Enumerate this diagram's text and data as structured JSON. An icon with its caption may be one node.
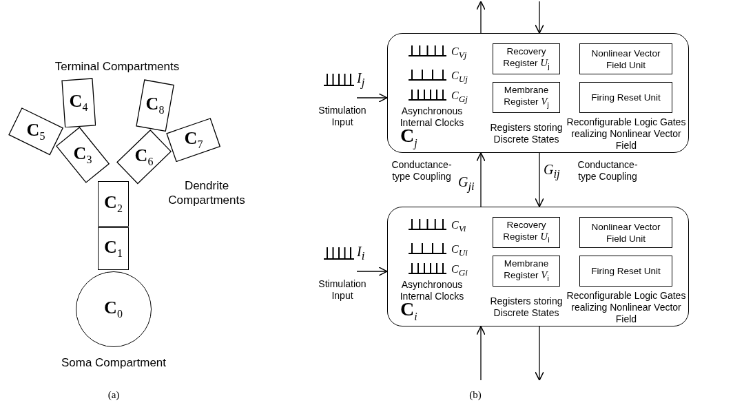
{
  "diagram": {
    "nodes": [
      {
        "text": [
          "C$_{4}$"
        ]
      },
      {
        "text": [
          "C$_{8}$"
        ]
      },
      {
        "text": [
          "C$_{5}$"
        ]
      },
      {
        "text": [
          "C$_{7}$"
        ]
      },
      {
        "text": [
          "C$_{3}$"
        ]
      },
      {
        "text": [
          "C$_{6}$"
        ]
      },
      {
        "text": [
          "C$_{2}$"
        ]
      },
      {
        "text": [
          "C$_{1}$"
        ]
      },
      {
        "text": [
          "C$_{0}$"
        ]
      },
      {
        "text": [
          "I$_{j}$"
        ],
        "beside": [
          "Stimulation Input"
        ]
      },
      {
        "text": [
          "C$_{j}$"
        ]
      },
      {
        "text": [
          "Recovery Register *U*$_{j}$"
        ],
        "in": 10
      },
      {
        "text": [
          "Nonlinear Vector Field Unit"
        ],
        "in": 10
      },
      {
        "text": [
          "Membrane Register *V*$_{j}$"
        ],
        "in": 10
      },
      {
        "text": [
          "Firing Reset Unit"
        ],
        "in": 10
      },
      {
        "text": [
          "I$_{i}$"
        ],
        "beside": [
          "Stimulation Input"
        ]
      },
      {
        "text": [
          "C$_{i}$"
        ]
      },
      {
        "text": [
          "Recovery Register *U*$_{i}$"
        ],
        "in": 16
      },
      {
        "text": [
          "Nonlinear Vector Field Unit"
        ],
        "in": 16
      },
      {
        "text": [
          "Membrane Register *V*$_{i}$"
        ],
        "in": 16
      },
      {
        "text": [
          "Firing Reset Unit"
        ],
        "in": 16
      }
    ],
    "edges": [
      {
        "from": 10,
        "to": null,
        "arrow": "to"
      },
      {
        "from": null,
        "to": 10,
        "arrow": "to"
      },
      {
        "from": 9,
        "to": 10,
        "arrow": "to"
      },
      {
        "from": 16,
        "to": 10,
        "arrow": "to",
        "label": "G$_{ji}$"
      },
      {
        "from": 10,
        "to": 16,
        "arrow": "to",
        "label": "G$_{ij}$"
      },
      {
        "from": 15,
        "to": 16,
        "arrow": "to"
      },
      {
        "from": null,
        "to": 16,
        "arrow": "to"
      },
      {
        "from": 16,
        "to": null,
        "arrow": "to"
      }
    ],
    "labels": [
      "Terminal Compartments",
      "Dendrite Compartments",
      "Soma Compartment",
      "C$_{Vj}$",
      "C$_{Uj}$",
      "C$_{Gj}$",
      "Asynchronous Internal Clocks",
      "Registers storing Discrete States",
      "Reconfigurable Logic Gates realizing Nonlinear Vector Field",
      "Conductance-type Coupling",
      "Conductance-type Coupling",
      "C$_{Vi}$",
      "C$_{Ui}$",
      "C$_{Gi}$",
      "Asynchronous Internal Clocks",
      "Registers storing Discrete States",
      "Reconfigurable Logic Gates realizing Nonlinear Vector Field",
      "(a)",
      "(b)"
    ]
  }
}
